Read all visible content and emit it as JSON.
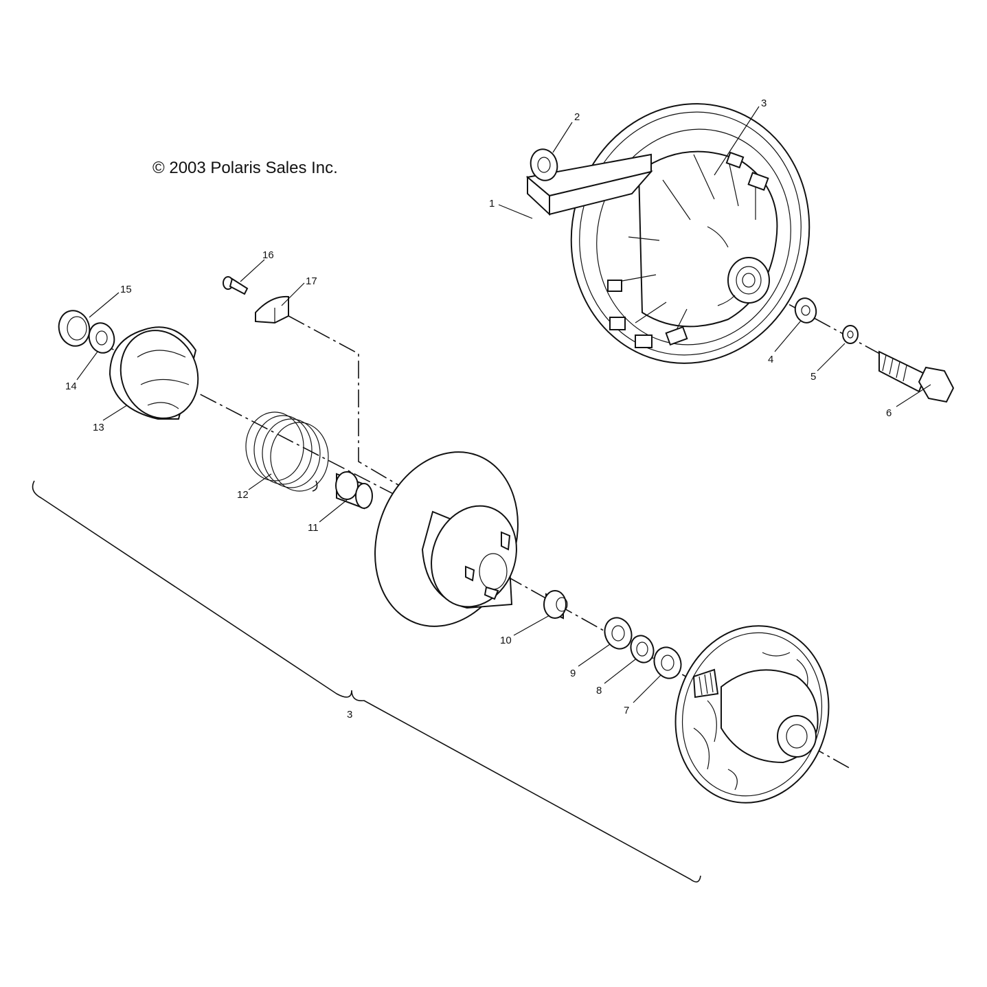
{
  "copyright": "© 2003 Polaris Sales Inc.",
  "callouts": [
    "1",
    "2",
    "3",
    "4",
    "5",
    "6",
    "7",
    "8",
    "9",
    "10",
    "11",
    "12",
    "13",
    "14",
    "15",
    "16",
    "17",
    "3"
  ]
}
